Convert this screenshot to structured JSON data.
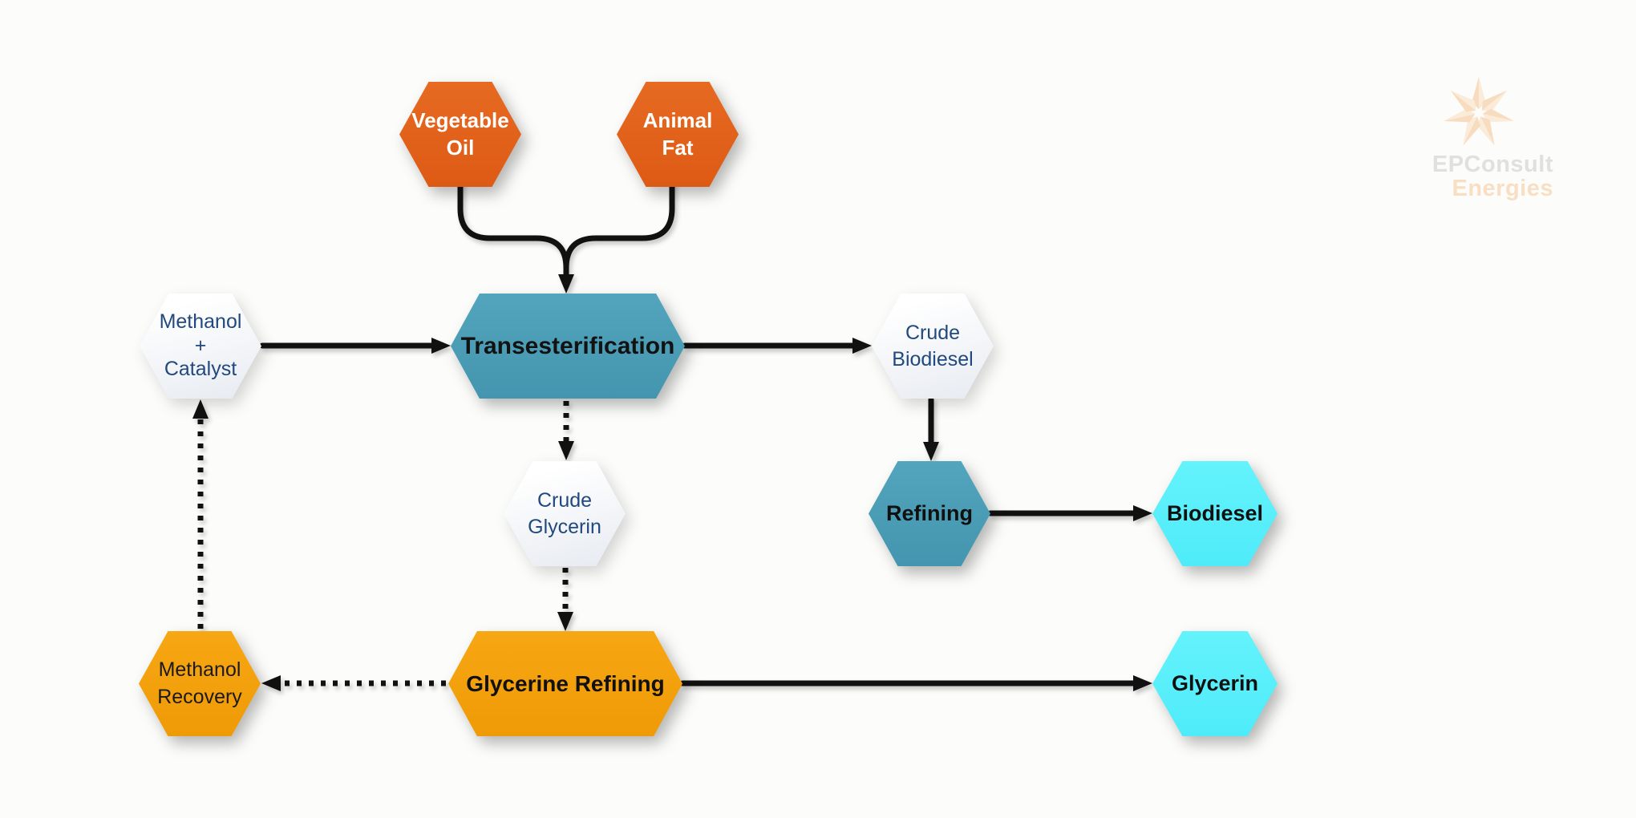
{
  "background_color": "#fcfcfa",
  "logo": {
    "line1": "EPConsult",
    "line2": "Energies",
    "line1_color": "#e0e0dd",
    "line2_color": "#f8dfc4",
    "star_color_light": "#fbebd9",
    "star_color_dark": "#f7dcc0"
  },
  "palette": {
    "feedstock_orange": "#e2621c",
    "process_teal": "#4a9db6",
    "process_amber": "#f5a00d",
    "product_cyan": "#58effb",
    "intermediate_light": "#edf1f6",
    "intermediate_text_navy": "#22497d",
    "line_black": "#111111"
  },
  "diagram": {
    "nodes": [
      {
        "id": "vegetable-oil",
        "label": "Vegetable\nOil",
        "kind": "feedstock"
      },
      {
        "id": "animal-fat",
        "label": "Animal\nFat",
        "kind": "feedstock"
      },
      {
        "id": "methanol-catalyst",
        "label": "Methanol\n+\nCatalyst",
        "kind": "intermediate"
      },
      {
        "id": "transesterification",
        "label": "Transesterification",
        "kind": "process"
      },
      {
        "id": "crude-biodiesel",
        "label": "Crude\nBiodiesel",
        "kind": "intermediate"
      },
      {
        "id": "crude-glycerin",
        "label": "Crude\nGlycerin",
        "kind": "intermediate"
      },
      {
        "id": "refining",
        "label": "Refining",
        "kind": "process"
      },
      {
        "id": "biodiesel",
        "label": "Biodiesel",
        "kind": "product"
      },
      {
        "id": "glycerine-refining",
        "label": "Glycerine Refining",
        "kind": "process"
      },
      {
        "id": "methanol-recovery",
        "label": "Methanol\nRecovery",
        "kind": "process"
      },
      {
        "id": "glycerin",
        "label": "Glycerin",
        "kind": "product"
      }
    ],
    "edges": [
      {
        "from": "vegetable-oil",
        "to": "transesterification",
        "style": "solid"
      },
      {
        "from": "animal-fat",
        "to": "transesterification",
        "style": "solid"
      },
      {
        "from": "methanol-catalyst",
        "to": "transesterification",
        "style": "solid"
      },
      {
        "from": "transesterification",
        "to": "crude-biodiesel",
        "style": "solid"
      },
      {
        "from": "crude-biodiesel",
        "to": "refining",
        "style": "solid"
      },
      {
        "from": "refining",
        "to": "biodiesel",
        "style": "solid"
      },
      {
        "from": "transesterification",
        "to": "crude-glycerin",
        "style": "dotted"
      },
      {
        "from": "crude-glycerin",
        "to": "glycerine-refining",
        "style": "dotted"
      },
      {
        "from": "glycerine-refining",
        "to": "glycerin",
        "style": "solid"
      },
      {
        "from": "glycerine-refining",
        "to": "methanol-recovery",
        "style": "dotted"
      },
      {
        "from": "methanol-recovery",
        "to": "methanol-catalyst",
        "style": "dotted"
      }
    ]
  }
}
